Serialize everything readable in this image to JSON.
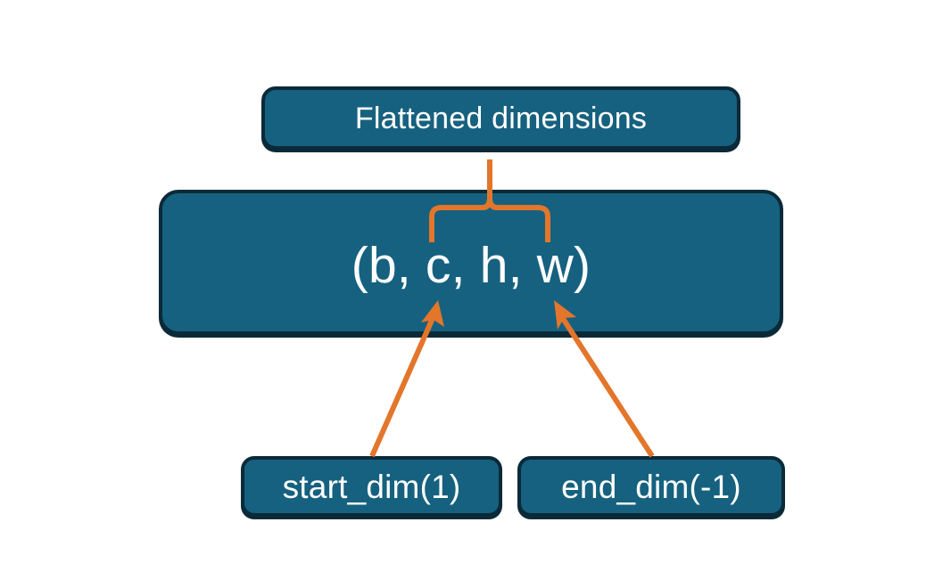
{
  "diagram": {
    "title": "Flatten operation dimension diagram",
    "background_color": "#ffffff",
    "node_fill_color": "#16617f",
    "node_border_color": "#0b2a39",
    "node_text_color": "#ffffff",
    "connector_color": "#e3762b"
  },
  "nodes": {
    "flattened": {
      "label": "Flattened dimensions"
    },
    "shape": {
      "label": "(b, c, h, w)"
    },
    "start_dim": {
      "label": "start_dim(1)"
    },
    "end_dim": {
      "label": "end_dim(-1)"
    }
  },
  "connectors": {
    "brace": {
      "name": "curly-brace",
      "spans_label": "c, h, w",
      "points_to": "Flattened dimensions"
    },
    "arrow_start_dim": {
      "name": "arrow-start-dim-to-c",
      "from": "start_dim(1)",
      "to": "c"
    },
    "arrow_end_dim": {
      "name": "arrow-end-dim-to-w",
      "from": "end_dim(-1)",
      "to": "w"
    }
  }
}
